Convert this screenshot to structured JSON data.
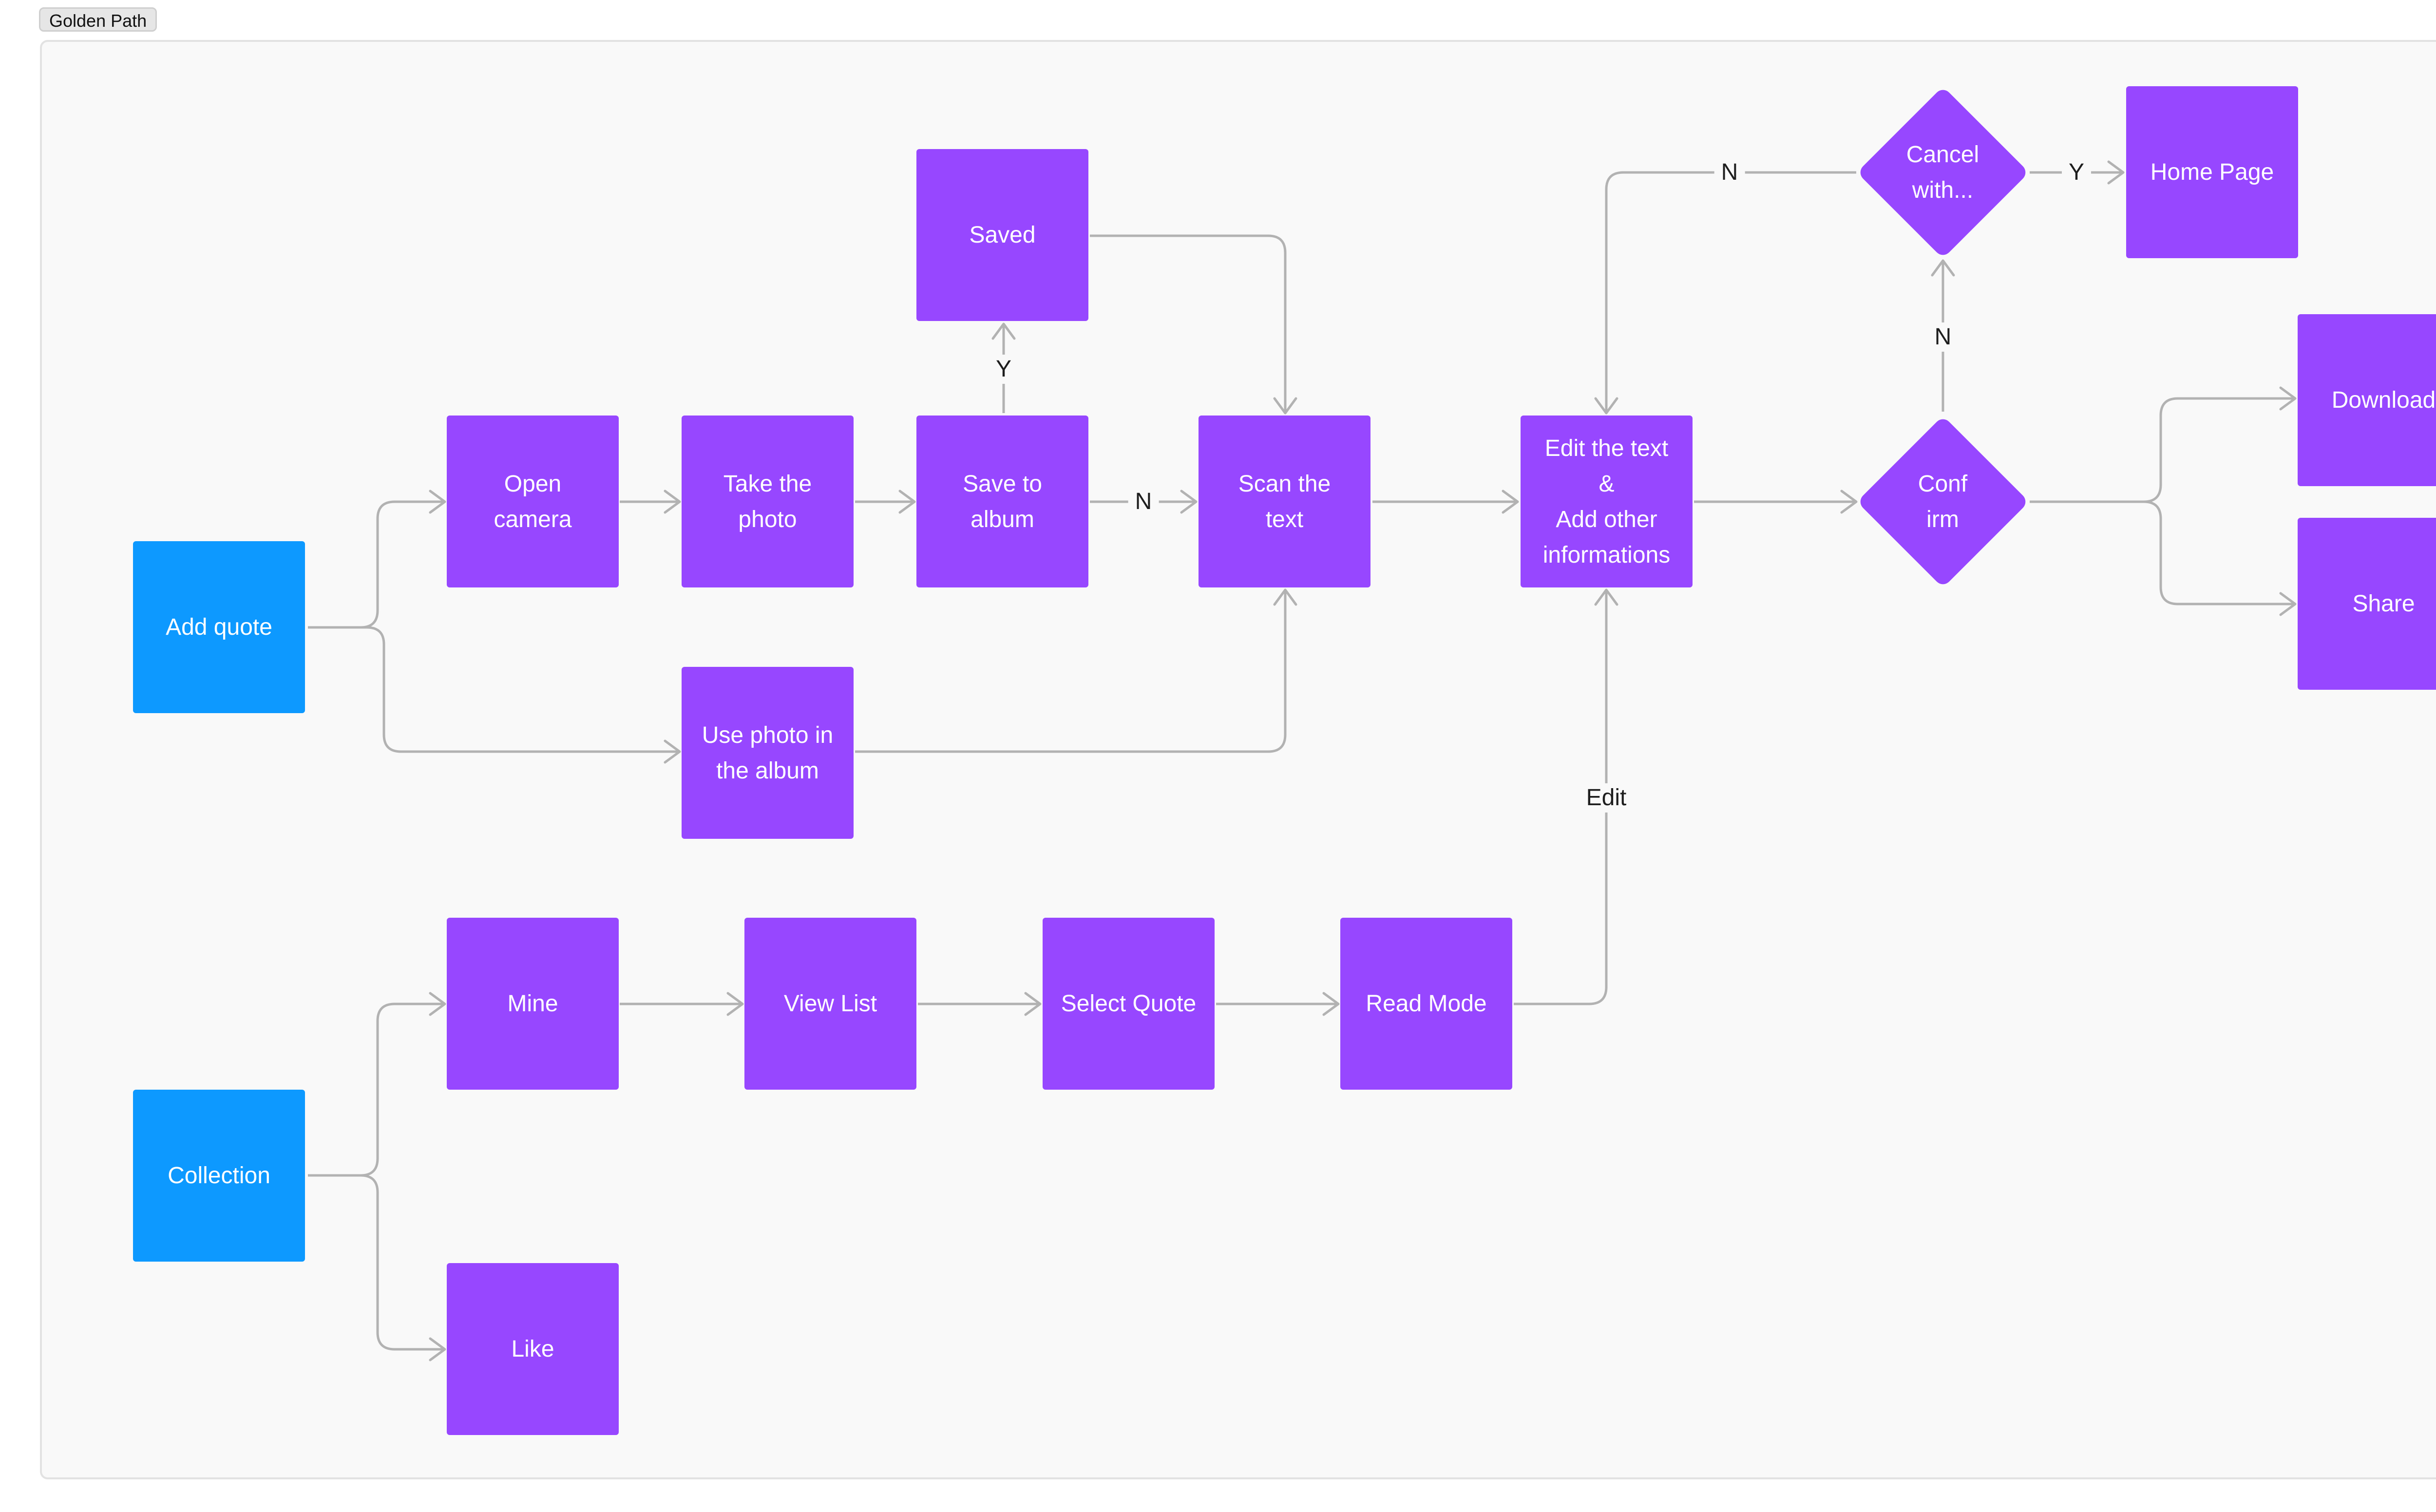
{
  "frame": {
    "label": "Golden Path"
  },
  "nodes": {
    "add_quote": "Add quote",
    "open_camera": "Open\ncamera",
    "take_photo": "Take the\nphoto",
    "save_album": "Save to\nalbum",
    "saved": "Saved",
    "scan_text": "Scan the\ntext",
    "use_photo": "Use photo in\nthe album",
    "edit_text": "Edit the text\n&\nAdd other\ninformations",
    "confirm": "Conf\nirm",
    "cancel": "Cancel\nwith...",
    "home_page": "Home Page",
    "download": "Download",
    "share": "Share",
    "collection": "Collection",
    "mine": "Mine",
    "view_list": "View List",
    "select_quote": "Select Quote",
    "read_mode": "Read Mode",
    "like": "Like"
  },
  "edges": {
    "save_yes": "Y",
    "save_no": "N",
    "confirm_no": "N",
    "cancel_no": "N",
    "cancel_yes": "Y",
    "edit": "Edit"
  },
  "colors": {
    "process": "#9747ff",
    "start": "#0d99ff",
    "connector": "#b2b2b2",
    "canvas": "#f9f9f9"
  }
}
